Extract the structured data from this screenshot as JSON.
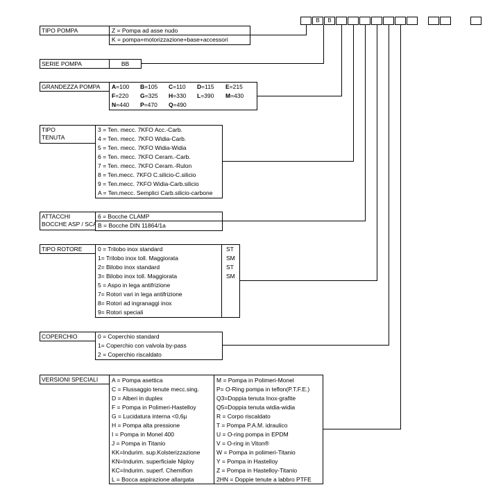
{
  "top_row": {
    "group1": [
      "",
      "B",
      "B",
      "",
      "",
      "",
      "",
      "",
      "",
      ""
    ],
    "group2": [
      "",
      ""
    ],
    "group3": [
      ""
    ]
  },
  "tipo_pompa": {
    "label": "TIPO POMPA",
    "rows": [
      "Z = Pompa ad asse nudo",
      "K = pompa+motorizzazione+base+accessori"
    ]
  },
  "serie_pompa": {
    "label": "SERIE POMPA",
    "value": "BB"
  },
  "grandezza_pompa": {
    "label": "GRANDEZZA POMPA",
    "row1": [
      {
        "k": "A",
        "v": "=100"
      },
      {
        "k": "B",
        "v": "=105"
      },
      {
        "k": "C",
        "v": "=110"
      },
      {
        "k": "D",
        "v": "=115"
      },
      {
        "k": "E",
        "v": "=215"
      }
    ],
    "row2": [
      {
        "k": "F",
        "v": "=220"
      },
      {
        "k": "G",
        "v": "=325"
      },
      {
        "k": "H",
        "v": "=330"
      },
      {
        "k": "L",
        "v": "=390"
      },
      {
        "k": "M",
        "v": "=430"
      }
    ],
    "row3": [
      {
        "k": "N",
        "v": "=440"
      },
      {
        "k": "P",
        "v": "=470"
      },
      {
        "k": "Q",
        "v": "=490"
      }
    ]
  },
  "tipo_tenuta": {
    "label_line1": "TIPO",
    "label_line2": "TENUTA",
    "rows": [
      "3 = Ten. mecc. 7KFO Acc.-Carb.",
      "4 = Ten. mecc. 7KFO Widia-Carb.",
      "5 = Ten. mecc. 7KFO Widia-Widia",
      "6 = Ten. mecc. 7KFO Ceram.-Carb.",
      "7 = Ten. mecc. 7KFO Ceram.-Rulon",
      "8 = Ten.mecc. 7KFO C.silicio-C.silicio",
      "9 = Ten.mecc. 7KFO Widia-Carb.silicio",
      "A = Ten.mecc. Semplici Carb.silicio-carbone"
    ]
  },
  "attacchi": {
    "label_line1": "ATTACCHI",
    "label_line2": "BOCCHE ASP / SCAR.",
    "rows": [
      "6 = Bocche CLAMP",
      "B =  Bocche DIN 11864/1a"
    ]
  },
  "tipo_rotore": {
    "label": "TIPO ROTORE",
    "rows": [
      {
        "t": "0 = Trilobo inox standard",
        "tag": "ST"
      },
      {
        "t": "1= Trilobo inox toll. Maggiorata",
        "tag": "SM"
      },
      {
        "t": "2= Bilobo inox standard",
        "tag": "ST"
      },
      {
        "t": "3= Bilobo inox toll. Maggiorata",
        "tag": "SM"
      },
      {
        "t": "5 = Aspo in lega antifrizione",
        "tag": ""
      },
      {
        "t": "7= Rotori vari in lega antifrizione",
        "tag": ""
      },
      {
        "t": "8= Rotori ad ingranaggi inox",
        "tag": ""
      },
      {
        "t": "9= Rotori speciali",
        "tag": ""
      }
    ]
  },
  "coperchio": {
    "label": "COPERCHIO",
    "rows": [
      "0 = Coperchio standard",
      "1= Coperchio con valvola by-pass",
      "2 = Coperchio riscaldato"
    ]
  },
  "versioni_speciali": {
    "label": "VERSIONI SPECIALI",
    "left": [
      "A = Pompa asettica",
      "C = Flussaggio tenute mecc.sing.",
      "D = Alberi in duplex",
      "F = Pompa in Polimeri-Hastelloy",
      "G = Lucidatura interna <0,6µ",
      "H = Pompa alta pressione",
      "I = Pompa in Monel 400",
      "J = Pompa in Titanio",
      "KK=Indurim. sup.Kolsterizzazione",
      "KN=Indurim. superficiale Niploy",
      "KC=Indurim. superf. Chemifion",
      "L = Bocca aspirazione allargata"
    ],
    "right": [
      "M = Pompa in Polimeri-Monel",
      "P= O-Ring pompa in teflon(P.T.F.E.)",
      "Q3=Doppia tenuta Inox-grafite",
      "Q5=Doppia tenuta widia-widia",
      "R = Corpo riscaldato",
      "T = Pompa P.A.M. idraulico",
      "U = O-ring pompa in EPDM",
      "V = O-ring in Viton®",
      "W = Pompa in polimeri-Titanio",
      "Y = Pompa in Hastelloy",
      "Z = Pompa in Hastelloy-Titanio",
      "2HN = Doppie tenute a labbro PTFE"
    ]
  }
}
